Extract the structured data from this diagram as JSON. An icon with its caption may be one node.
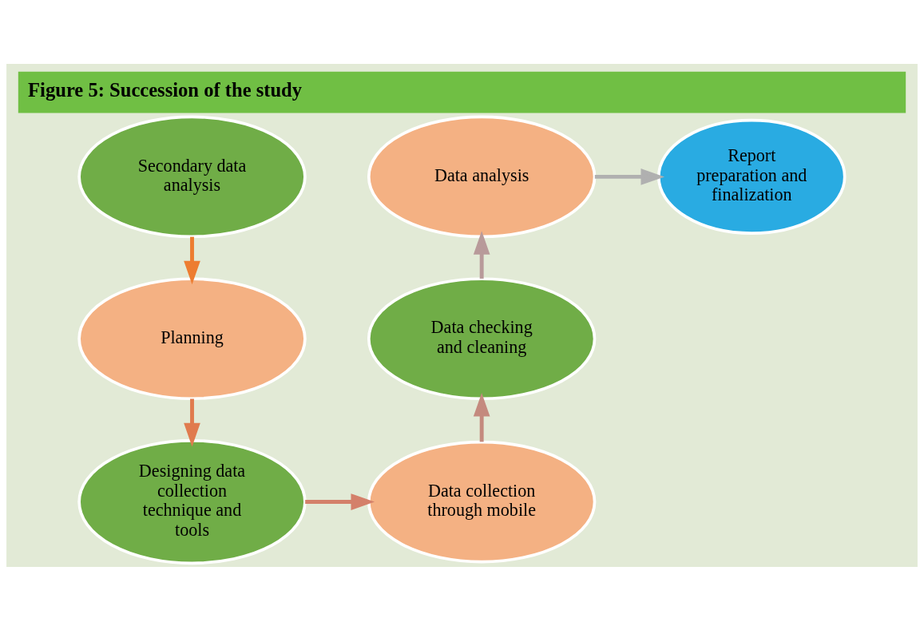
{
  "diagram": {
    "title": "Figure 5: Succession of the study",
    "nodes": [
      {
        "text": [
          "Secondary data analysis"
        ]
      },
      {
        "text": [
          "Planning"
        ]
      },
      {
        "text": [
          "Designing data collection technique and tools"
        ]
      },
      {
        "text": [
          "Data collection through mobile"
        ]
      },
      {
        "text": [
          "Data checking and cleaning"
        ]
      },
      {
        "text": [
          "Data analysis"
        ]
      },
      {
        "text": [
          "Report preparation and finalization"
        ]
      }
    ],
    "edges": [
      {
        "from": 0,
        "to": 1,
        "arrow": "to",
        "color": "#ed7d31"
      },
      {
        "from": 1,
        "to": 2,
        "arrow": "to",
        "color": "#e07b4e"
      },
      {
        "from": 2,
        "to": 3,
        "arrow": "to",
        "color": "#d4806a"
      },
      {
        "from": 3,
        "to": 4,
        "arrow": "to",
        "color": "#c48a7e"
      },
      {
        "from": 4,
        "to": 5,
        "arrow": "to",
        "color": "#b89a9a"
      },
      {
        "from": 5,
        "to": 6,
        "arrow": "to",
        "color": "#b0b0b0"
      }
    ]
  }
}
